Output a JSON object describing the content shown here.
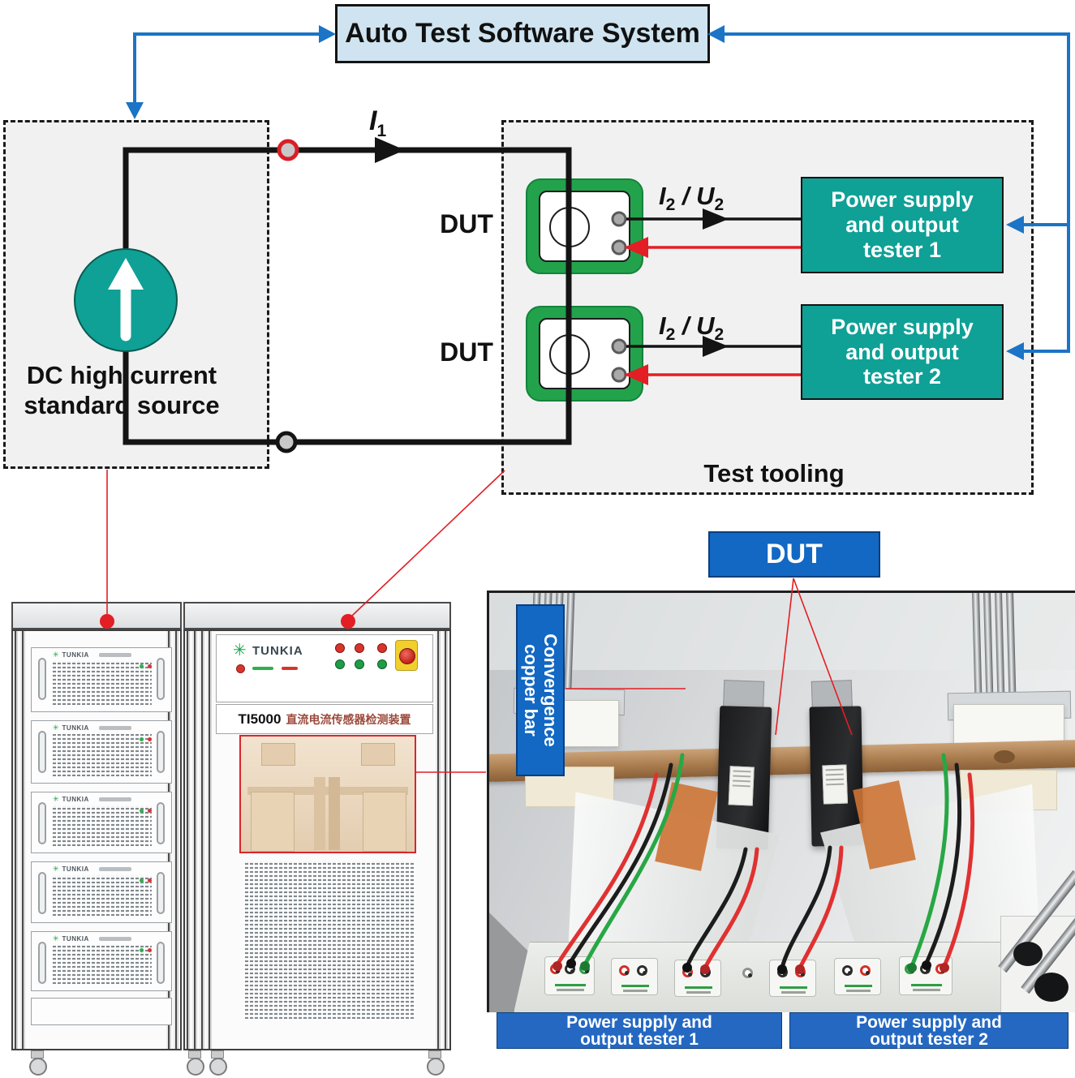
{
  "colors": {
    "teal": "#0fa096",
    "sensor_green": "#23a24c",
    "arrow_blue": "#1b74c5",
    "label_blue": "#1268c3",
    "line_red": "#e31e24",
    "software_box_fill": "#cfe4f0",
    "dashed_box_fill": "#f1f1f1"
  },
  "schematic": {
    "auto_test_label": "Auto Test Software System",
    "dc_source": {
      "line1": "DC high current",
      "line2": "standard source"
    },
    "test_tooling_label": "Test tooling",
    "dut_label": "DUT",
    "i1": {
      "sym": "I",
      "sub": "1"
    },
    "i2u2": {
      "i": "I",
      "i_sub": "2",
      "sep": " / ",
      "u": "U",
      "u_sub": "2"
    },
    "tester1": {
      "line1": "Power supply",
      "line2": "and output",
      "line3": "tester 1"
    },
    "tester2": {
      "line1": "Power supply",
      "line2": "and output",
      "line3": "tester 2"
    }
  },
  "equipment": {
    "brand": "TUNKIA",
    "logo_glyph": "✳",
    "model": "TI5000",
    "model_desc": "直流电流传感器检测装置"
  },
  "photo": {
    "dut_label": "DUT",
    "copper_bar_label": {
      "line1": "Convergence",
      "line2": "copper bar"
    },
    "banner1": {
      "line1": "Power supply and",
      "line2": "output tester 1"
    },
    "banner2": {
      "line1": "Power supply and",
      "line2": "output tester 2"
    }
  }
}
